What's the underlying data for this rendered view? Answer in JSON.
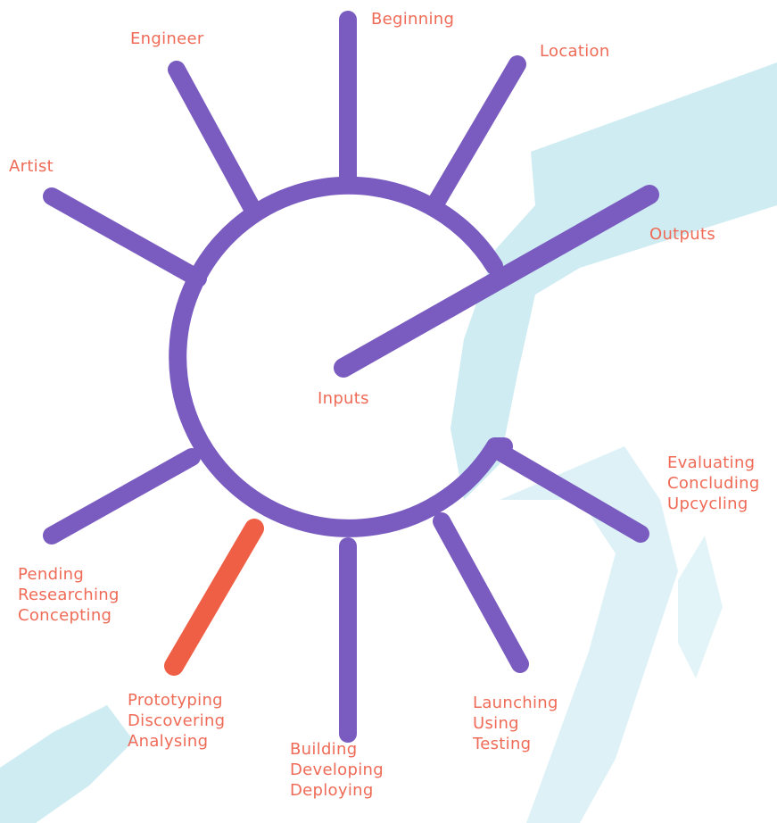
{
  "diagram": {
    "labels": {
      "beginning": "Beginning",
      "engineer": "Engineer",
      "location": "Location",
      "artist": "Artist",
      "outputs": "Outputs",
      "inputs": "Inputs",
      "evaluating_stage": [
        "Evaluating",
        "Concluding",
        "Upcycling"
      ],
      "pending_stage": [
        "Pending",
        "Researching",
        "Concepting"
      ],
      "prototyping_stage": [
        "Prototyping",
        "Discovering",
        "Analysing"
      ],
      "building_stage": [
        "Building",
        "Developing",
        "Deploying"
      ],
      "launching_stage": [
        "Launching",
        "Using",
        "Testing"
      ]
    },
    "colors": {
      "ring": "#7a5cc0",
      "highlight": "#ef5f45",
      "label": "#ef6b57",
      "background_texture": "#bfe6ef"
    },
    "highlighted_spoke": "prototyping"
  }
}
